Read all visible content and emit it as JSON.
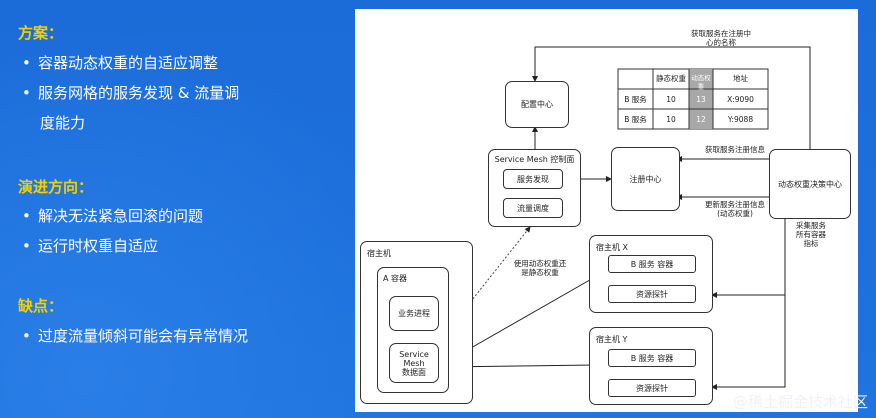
{
  "left": {
    "section1_title": "方案：",
    "section1_items": [
      "容器动态权重的自适应调整",
      "服务网格的服务发现 & 流量调",
      "度能力"
    ],
    "section2_title": "演进方向：",
    "section2_items": [
      "解决无法紧急回滚的问题",
      "运行时权重自适应"
    ],
    "section3_title": "缺点：",
    "section3_items": [
      "过度流量倾斜可能会有异常情况"
    ]
  },
  "diagram": {
    "top_label": "获取服务在注册中\n心的名称",
    "config_center": "配置中心",
    "mesh_control": "Service Mesh 控制面",
    "service_discovery": "服务发现",
    "traffic_scheduling": "流量调度",
    "registry": "注册中心",
    "decision_center": "动态权重决策中心",
    "fetch_registry_info": "获取服务注册信息",
    "update_registry_info": "更新服务注册信息\n(动态权重)",
    "collect_metrics": "采集服务\n所有容器\n指标",
    "use_dynamic_weight": "使用动态权重还\n是静态权重",
    "host": "宿主机",
    "container_a": "A 容器",
    "business_process": "业务进程",
    "mesh_data_plane": "Service\nMesh\n数据面",
    "host_x": "宿主机 X",
    "host_y": "宿主机 Y",
    "b_service_container": "B 服务 容器",
    "resource_probe": "资源探针",
    "table": {
      "headers": [
        "",
        "静态权重",
        "动态权重",
        "地址"
      ],
      "rows": [
        [
          "B 服务",
          "10",
          "13",
          "X:9090"
        ],
        [
          "B 服务",
          "10",
          "12",
          "Y:9088"
        ]
      ]
    }
  },
  "watermark": "@稀土掘金技术社区",
  "colors": {
    "title_yellow": "#f5d000",
    "background_blue": "#1e6fd9",
    "highlight_cell": "#a8a8a8"
  }
}
